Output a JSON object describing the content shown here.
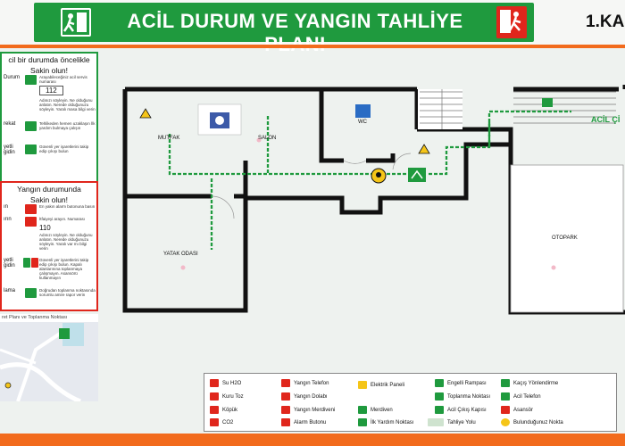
{
  "header": {
    "title": "ACİL DURUM VE YANGIN TAHLİYE PLANI",
    "floor": "1.KA"
  },
  "emergency_box": {
    "title_line1": "cil bir durumda öncelikle",
    "title_line2": "Sakin olun!",
    "items": [
      {
        "label": "Durum",
        "text": "Arayabileceğiniz acil servis numarası",
        "number": "112",
        "sub": "Adınızı söyleyin. Ne olduğunu anlatın. Nerede olduğunuzu söyleyin. Yaralı masa bilgi verin"
      },
      {
        "label": "rekat",
        "text": "Tehlikeden hemen uzaklaşın İlk yardım bulmaya çalışın"
      },
      {
        "label": "yetli gidin",
        "text": "Güvenli yer işaretlerini takip edip çıkışı bulun"
      }
    ]
  },
  "fire_box": {
    "title_line1": "Yangın durumunda",
    "title_line2": "Sakin olun!",
    "items": [
      {
        "label": "ın",
        "text": "En yakın alarm butonuna basın"
      },
      {
        "label": "ırın",
        "text": "İtfaiyeyi arayın. Numarası",
        "number": "110",
        "sub": "Adınızı söyleyin. Ne olduğunu anlatın. Nerede olduğunuzu söyleyin. Yaralı var mı bilgi verin"
      },
      {
        "label": "yetli gidin",
        "text": "Güvenli yer işaretlerini takip edip çıkışı bulun. Kapalı alanlarınına toplanmaya çalışmayın. Asansörü kullanmayın"
      },
      {
        "label": "lama",
        "text": "Doğrudan toplanma noktasında sorumlu amire rapor verin"
      }
    ]
  },
  "inset": {
    "title": "ret Planı ve Toplanma Noktası"
  },
  "rooms": {
    "kitchen": "MUTFAK",
    "living": "SALON",
    "wc": "WC",
    "bedroom": "YATAK ODASI",
    "parking": "OTOPARK",
    "exit": "ACİL Çİ"
  },
  "legend": [
    {
      "label": "Su H2O",
      "color": "#e0261c"
    },
    {
      "label": "Kuru Toz",
      "color": "#e0261c"
    },
    {
      "label": "Köpük",
      "color": "#e0261c"
    },
    {
      "label": "CO2",
      "color": "#e0261c"
    },
    {
      "label": "Yangın Telefon",
      "color": "#e0261c"
    },
    {
      "label": "Yangın Dolabı",
      "color": "#e0261c"
    },
    {
      "label": "Yangın Merdiveni",
      "color": "#e0261c"
    },
    {
      "label": "Alarm Butonu",
      "color": "#e0261c"
    },
    {
      "label": "Elektrik Paneli",
      "color": "#f5c518"
    },
    {
      "label": "Merdiven",
      "color": "#1f9a3e"
    },
    {
      "label": "İlk Yardım Noktası",
      "color": "#1f9a3e"
    },
    {
      "label": "Engelli Rampası",
      "color": "#1f9a3e"
    },
    {
      "label": "Toplanma Noktası",
      "color": "#1f9a3e"
    },
    {
      "label": "Acil Çıkış Kapısı",
      "color": "#1f9a3e"
    },
    {
      "label": "Tahliye Yolu",
      "color": "#cfe3cf"
    },
    {
      "label": "Kaçış Yönlendirme",
      "color": "#1f9a3e"
    },
    {
      "label": "Acil Telefon",
      "color": "#1f9a3e"
    },
    {
      "label": "Asansör",
      "color": "#e0261c"
    },
    {
      "label": "Bulunduğunuz Nokta",
      "color": "#f5c518"
    }
  ]
}
